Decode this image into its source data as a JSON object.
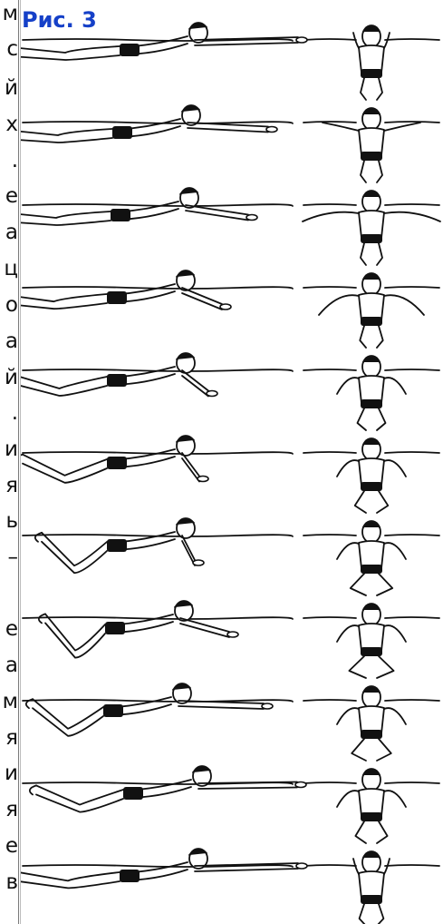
{
  "page": {
    "caption": "Рис. 3",
    "side_fragments": [
      "м",
      "с",
      "й",
      "х",
      ".",
      "е",
      "а",
      "ц",
      "о",
      "а",
      "й",
      ".",
      "и",
      "я",
      "ь",
      "–",
      "е",
      "а",
      "м",
      "я",
      "и",
      "я",
      "е",
      "в"
    ]
  },
  "figure": {
    "rows": 11,
    "colors": {
      "ink": "#111111",
      "caption": "#1540c8",
      "border": "#7a7a7a"
    }
  }
}
